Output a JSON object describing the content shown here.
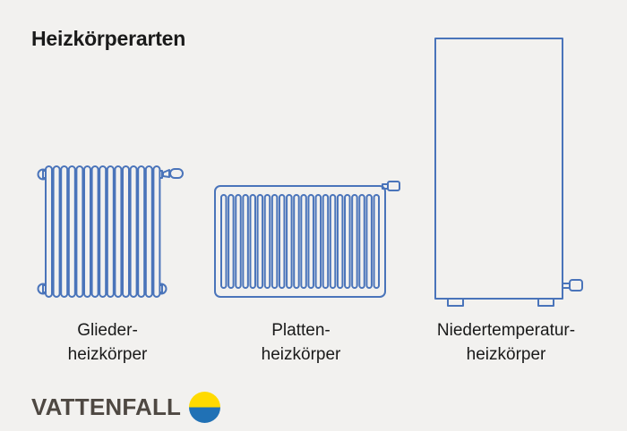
{
  "title": "Heizkörperarten",
  "colors": {
    "background": "#f2f1ef",
    "outline_blue": "#4a74ba",
    "text": "#1a1a1a",
    "logo_text": "#4e4842",
    "logo_yellow": "#ffda00",
    "logo_blue": "#2071b5"
  },
  "radiators": [
    {
      "id": "gliederheizkoerper",
      "label_line1": "Glieder-",
      "label_line2": "heizkörper",
      "icon": "sectional-radiator-icon",
      "tube_count": 15
    },
    {
      "id": "plattenheizkoerper",
      "label_line1": "Platten-",
      "label_line2": "heizkörper",
      "icon": "panel-radiator-icon",
      "slot_count": 22
    },
    {
      "id": "niedertemperaturheizkoerper",
      "label_line1": "Niedertemperatur-",
      "label_line2": "heizkörper",
      "icon": "low-temperature-radiator-icon"
    }
  ],
  "footer": {
    "brand": "VATTENFALL"
  }
}
